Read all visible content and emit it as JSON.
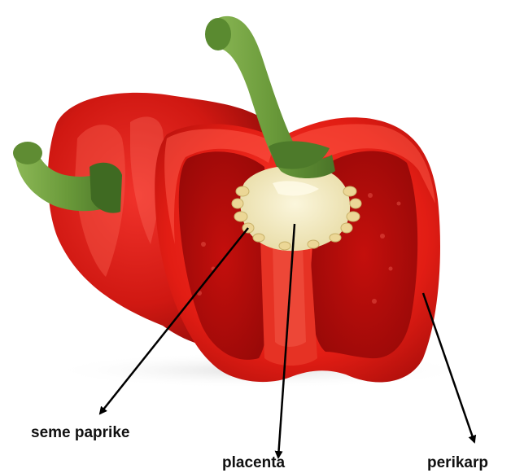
{
  "labels": {
    "seeds": "seme paprike",
    "placenta": "placenta",
    "pericarp": "perikarp"
  },
  "colors": {
    "pepper_red": "#d81a14",
    "pepper_dark": "#a50d0b",
    "inner_flesh": "#c80f0c",
    "placenta_cream": "#f3ecc4",
    "stem_green": "#6a9a3a",
    "arrow": "#000000"
  }
}
